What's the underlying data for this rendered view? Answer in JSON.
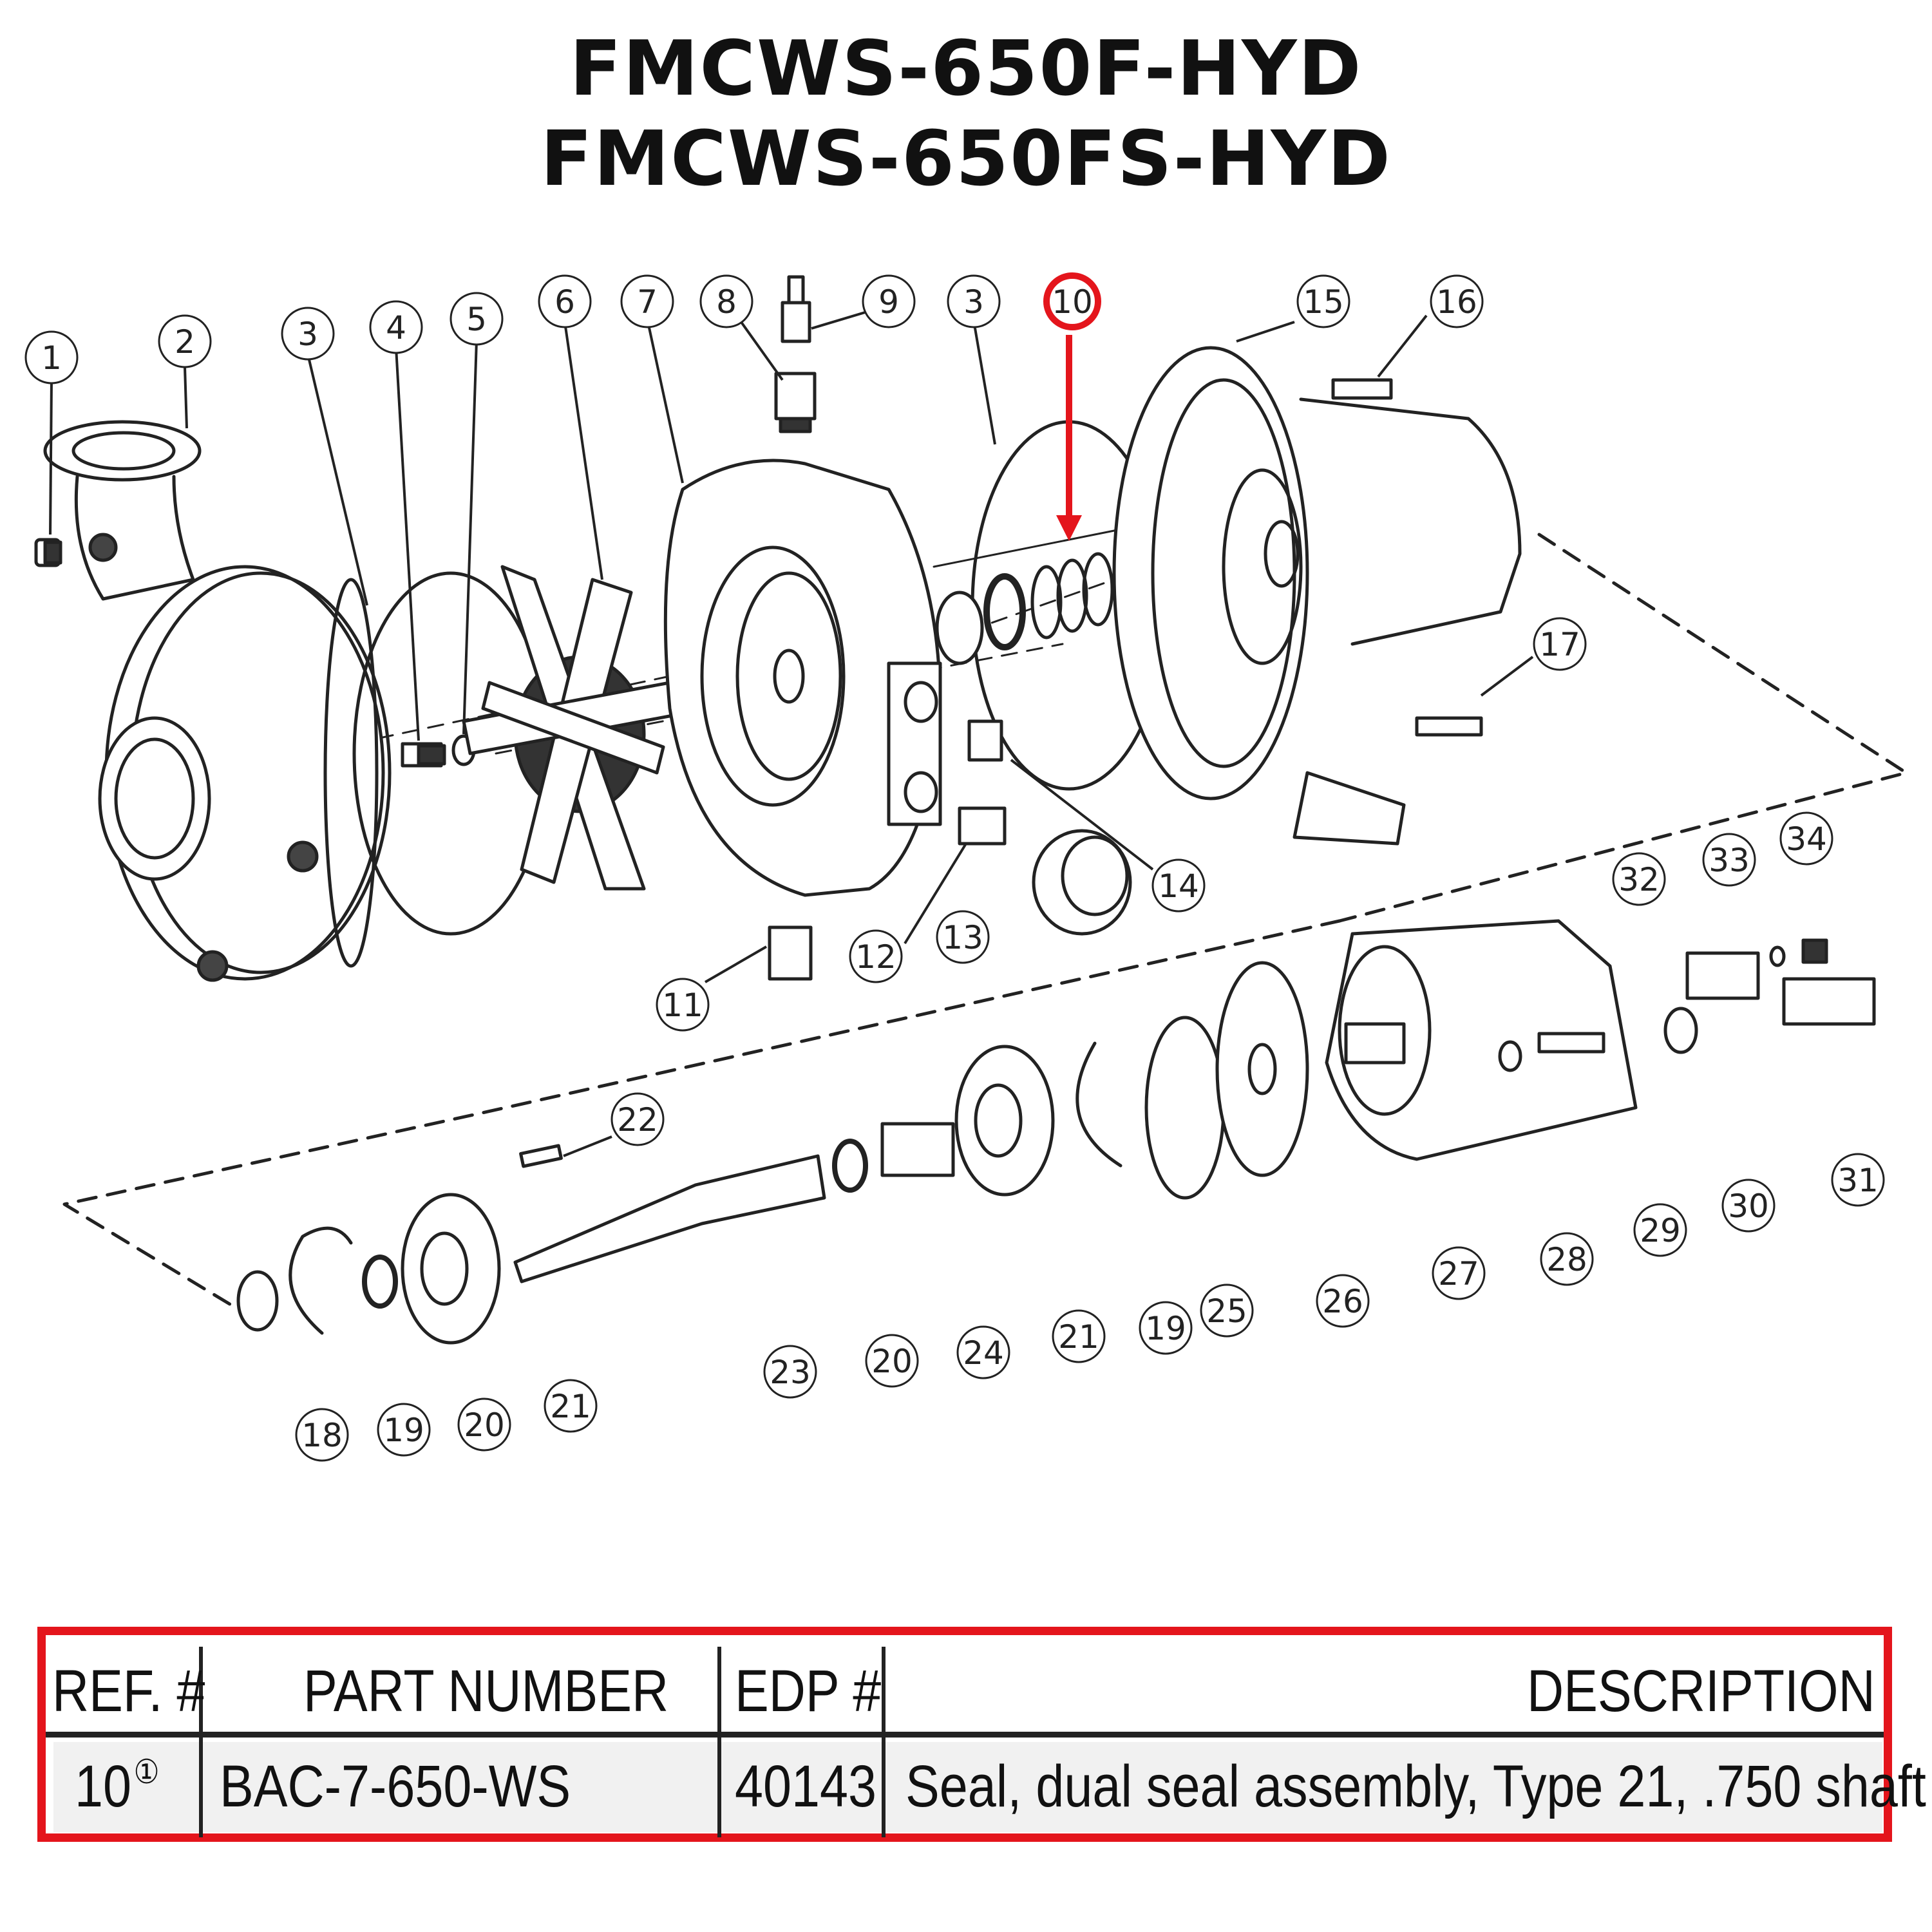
{
  "titles": [
    "FMCWS-650F-HYD",
    "FMCWS-650FS-HYD"
  ],
  "colors": {
    "highlight": "#e4151c",
    "line": "#222222"
  },
  "callouts": [
    "1",
    "2",
    "3",
    "4",
    "5",
    "6",
    "7",
    "8",
    "9",
    "3",
    "10",
    "15",
    "16",
    "17",
    "14",
    "13",
    "12",
    "11",
    "32",
    "33",
    "34",
    "31",
    "30",
    "29",
    "28",
    "27",
    "26",
    "25",
    "19",
    "21",
    "24",
    "20",
    "23",
    "22",
    "21",
    "20",
    "19",
    "18"
  ],
  "highlighted_callout": "10",
  "table": {
    "headers": {
      "ref": "REF. #",
      "part_number": "PART NUMBER",
      "edp": "EDP #",
      "description": "DESCRIPTION"
    },
    "rows": [
      {
        "ref": "10",
        "ref_note": "①",
        "part_number": "BAC-7-650-WS",
        "edp": "40143",
        "description": "Seal, dual seal assembly, Type 21, .750 shaft"
      }
    ]
  }
}
